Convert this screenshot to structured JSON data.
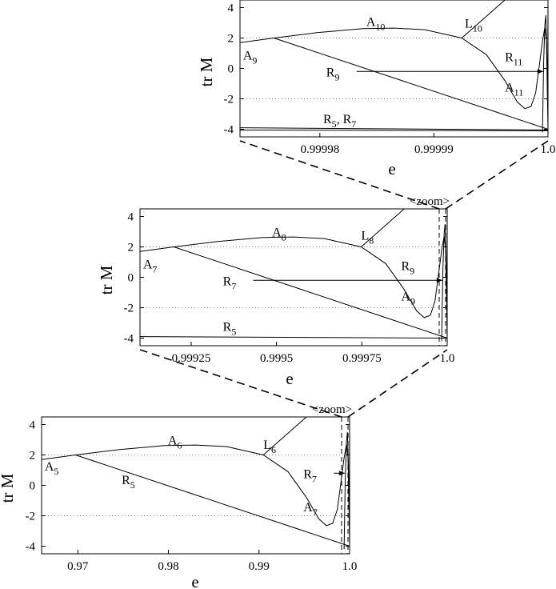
{
  "chart_data": [
    {
      "type": "line",
      "panel": "top",
      "xlabel": "e",
      "ylabel": "tr M",
      "xlim": [
        0.999973,
        1.0
      ],
      "ylim": [
        -4.5,
        4.5
      ],
      "xticks": [
        {
          "value": 0.99998,
          "label": "0.99998"
        },
        {
          "value": 0.99999,
          "label": "0.99999"
        },
        {
          "value": 1.0,
          "label": "1.0"
        }
      ],
      "yticks": [
        {
          "value": 4,
          "label": "4"
        },
        {
          "value": 2,
          "label": "2"
        },
        {
          "value": 0,
          "label": "0"
        },
        {
          "value": -2,
          "label": "-2"
        },
        {
          "value": -4,
          "label": "-4"
        }
      ],
      "dotted_grid_y": [
        2,
        -2
      ],
      "curve_labels": [
        {
          "main": "A",
          "sub": "10"
        },
        {
          "main": "L",
          "sub": "10"
        },
        {
          "main": "A",
          "sub": "9"
        },
        {
          "main": "R",
          "sub": "9"
        },
        {
          "main": "R",
          "sub": "11"
        },
        {
          "main": "A",
          "sub": "11"
        },
        {
          "main": "R",
          "sub": "5",
          "suffix": ", ",
          "main2": "R",
          "sub2": "7"
        }
      ]
    },
    {
      "type": "line",
      "panel": "middle",
      "xlabel": "e",
      "ylabel": "tr M",
      "xlim": [
        0.9991,
        1.0
      ],
      "ylim": [
        -4.5,
        4.5
      ],
      "xticks": [
        {
          "value": 0.99925,
          "label": "0.99925"
        },
        {
          "value": 0.9995,
          "label": "0.9995"
        },
        {
          "value": 0.99975,
          "label": "0.99975"
        },
        {
          "value": 1.0,
          "label": "1.0"
        }
      ],
      "yticks": [
        {
          "value": 4,
          "label": "4"
        },
        {
          "value": 2,
          "label": "2"
        },
        {
          "value": 0,
          "label": "0"
        },
        {
          "value": -2,
          "label": "-2"
        },
        {
          "value": -4,
          "label": "-4"
        }
      ],
      "dotted_grid_y": [
        2,
        -2
      ],
      "zoom_label": "<zoom>",
      "curve_labels": [
        {
          "main": "A",
          "sub": "8"
        },
        {
          "main": "L",
          "sub": "8"
        },
        {
          "main": "A",
          "sub": "7"
        },
        {
          "main": "R",
          "sub": "7"
        },
        {
          "main": "R",
          "sub": "9"
        },
        {
          "main": "A",
          "sub": "9"
        },
        {
          "main": "R",
          "sub": "5"
        }
      ]
    },
    {
      "type": "line",
      "panel": "bottom",
      "xlabel": "e",
      "ylabel": "tr M",
      "xlim": [
        0.966,
        1.0
      ],
      "ylim": [
        -4.5,
        4.5
      ],
      "xticks": [
        {
          "value": 0.97,
          "label": "0.97"
        },
        {
          "value": 0.98,
          "label": "0.98"
        },
        {
          "value": 0.99,
          "label": "0.99"
        },
        {
          "value": 1.0,
          "label": "1.0"
        }
      ],
      "yticks": [
        {
          "value": 4,
          "label": "4"
        },
        {
          "value": 2,
          "label": "2"
        },
        {
          "value": 0,
          "label": "0"
        },
        {
          "value": -2,
          "label": "-2"
        },
        {
          "value": -4,
          "label": "-4"
        }
      ],
      "dotted_grid_y": [
        2,
        -2
      ],
      "zoom_label": "<zoom>",
      "curve_labels": [
        {
          "main": "A",
          "sub": "6"
        },
        {
          "main": "L",
          "sub": "6"
        },
        {
          "main": "A",
          "sub": "5"
        },
        {
          "main": "R",
          "sub": "5"
        },
        {
          "main": "R",
          "sub": "7"
        },
        {
          "main": "A",
          "sub": "7"
        }
      ]
    }
  ]
}
